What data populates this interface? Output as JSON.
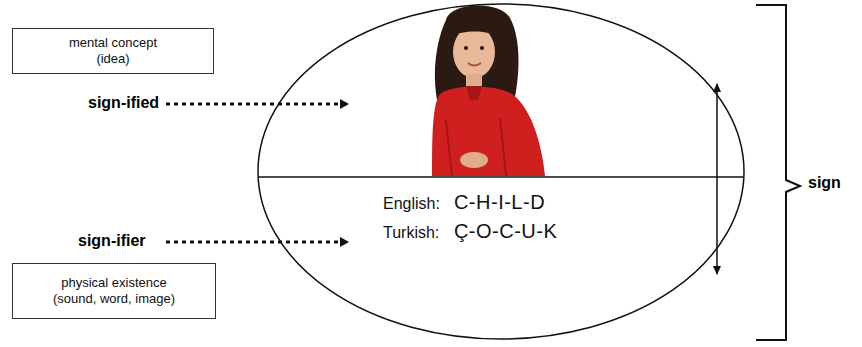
{
  "diagram": {
    "nodes": [
      {
        "text": [
          "mental concept (idea)"
        ]
      },
      {
        "text": [
          "English:",
          "C-H-I-L-D",
          "Turkish:",
          "Ç-O-C-U-K"
        ]
      },
      {
        "text": [
          "physical existence (sound, word, image)"
        ]
      }
    ],
    "labels": [
      "sign-ified",
      "sign-ifier",
      "sign"
    ]
  }
}
